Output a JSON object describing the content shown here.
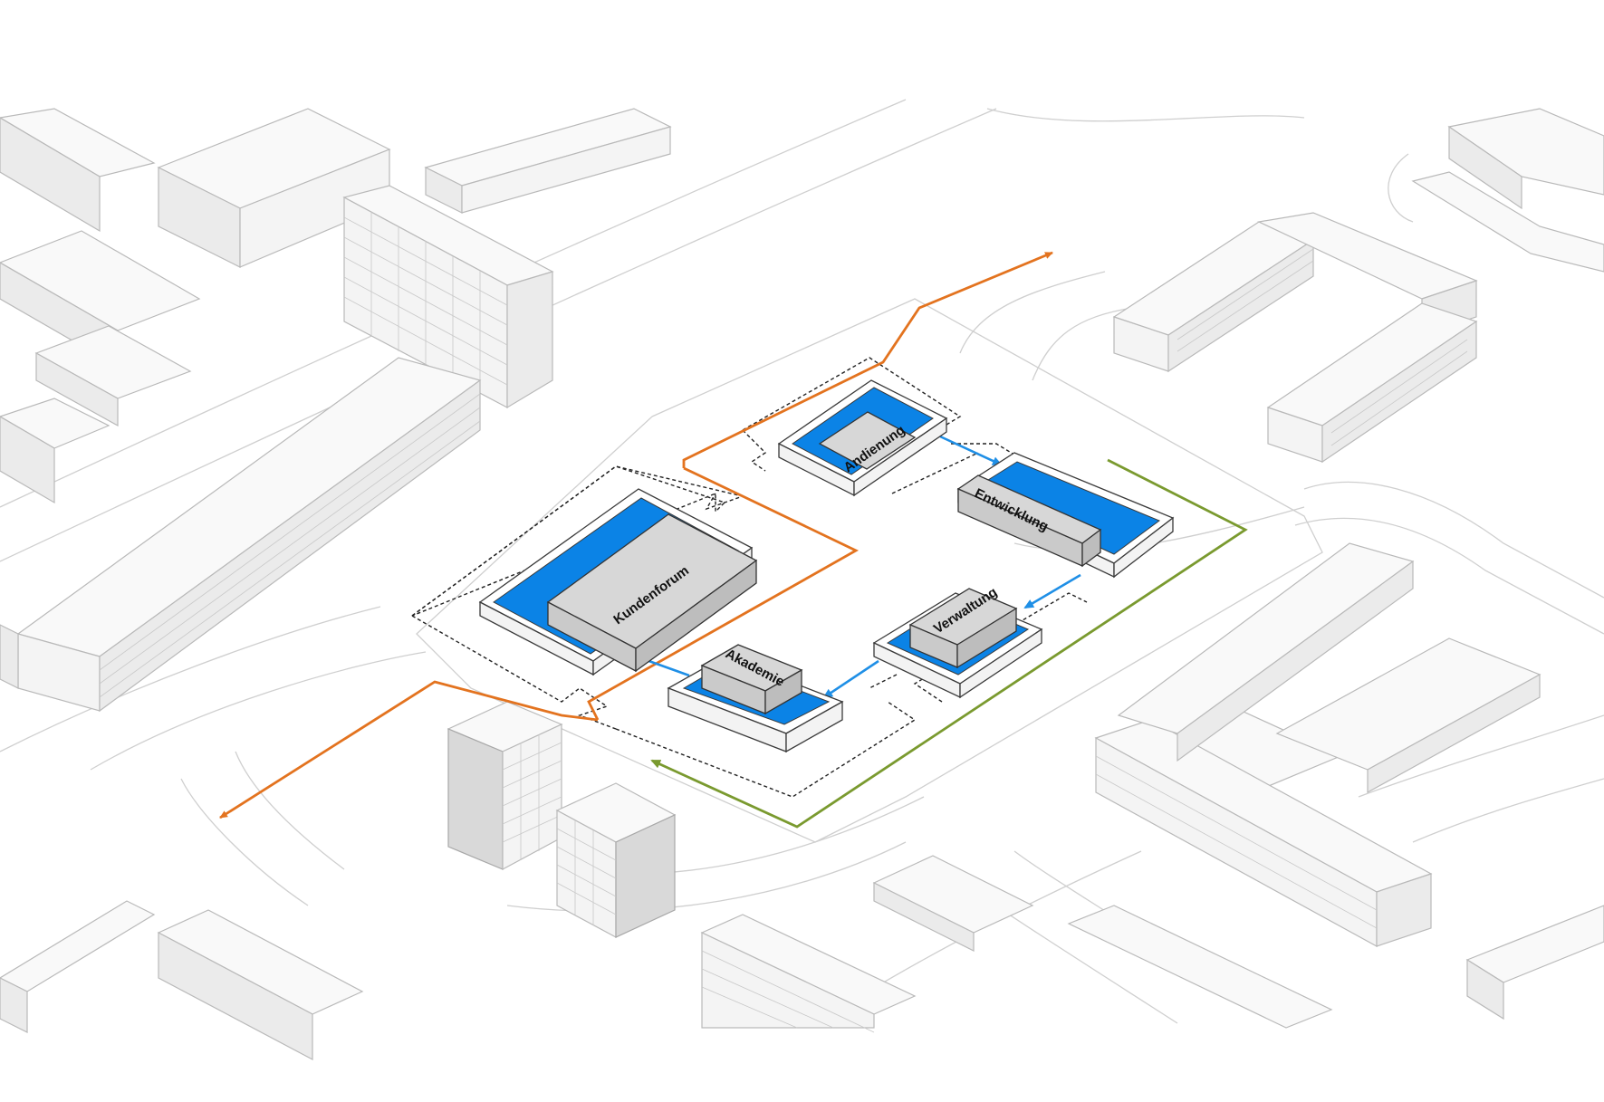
{
  "colors": {
    "orange_route": "#e3731f",
    "green_route": "#7a9a2f",
    "blue_flow": "#1f8fe6",
    "courtyard": "#0b83e6"
  },
  "buildings": {
    "kundenforum": "Kundenforum",
    "andienung": "Andienung",
    "entwicklung": "Entwicklung",
    "verwaltung": "Verwaltung",
    "akademie": "Akademie"
  }
}
